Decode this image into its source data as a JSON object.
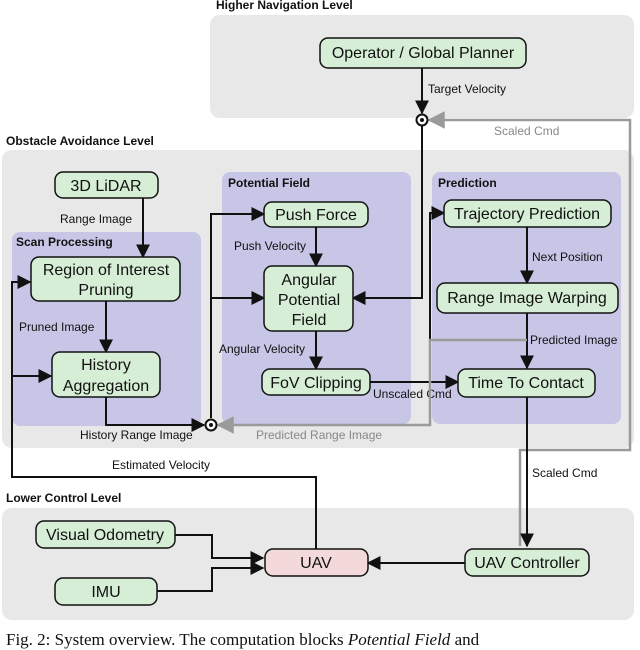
{
  "levels": {
    "higher": "Higher Navigation Level",
    "obstacle": "Obstacle Avoidance Level",
    "lower": "Lower Control Level"
  },
  "groups": {
    "scan": "Scan Processing",
    "potential": "Potential Field",
    "prediction": "Prediction"
  },
  "nodes": {
    "operator": "Operator / Global Planner",
    "lidar": "3D LiDAR",
    "roi_line1": "Region of Interest",
    "roi_line2": "Pruning",
    "history_line1": "History",
    "history_line2": "Aggregation",
    "push_force": "Push Force",
    "apf_line1": "Angular",
    "apf_line2": "Potential",
    "apf_line3": "Field",
    "fov": "FoV Clipping",
    "traj_pred": "Trajectory Prediction",
    "warping": "Range Image Warping",
    "ttc": "Time To Contact",
    "vo": "Visual Odometry",
    "imu": "IMU",
    "uav": "UAV",
    "controller": "UAV Controller"
  },
  "edges": {
    "target_velocity": "Target Velocity",
    "scaled_cmd_top": "Scaled Cmd",
    "range_image": "Range Image",
    "pruned_image": "Pruned Image",
    "history_range_image": "History Range Image",
    "push_velocity": "Push Velocity",
    "angular_velocity": "Angular Velocity",
    "unscaled_cmd": "Unscaled Cmd",
    "next_position": "Next Position",
    "predicted_image": "Predicted Image",
    "predicted_range_image": "Predicted Range Image",
    "estimated_velocity": "Estimated Velocity",
    "scaled_cmd": "Scaled Cmd"
  },
  "caption": {
    "prefix": "Fig. 2: System overview. The computation blocks ",
    "em1": "Potential Field",
    "mid": " and"
  },
  "colors": {
    "level_bg": "#e8e8e8",
    "group_bg": "#c8c6e6",
    "node_green": "#d6eed5",
    "node_pink": "#f3d9d9",
    "feedback_gray": "#9a9a9a"
  }
}
